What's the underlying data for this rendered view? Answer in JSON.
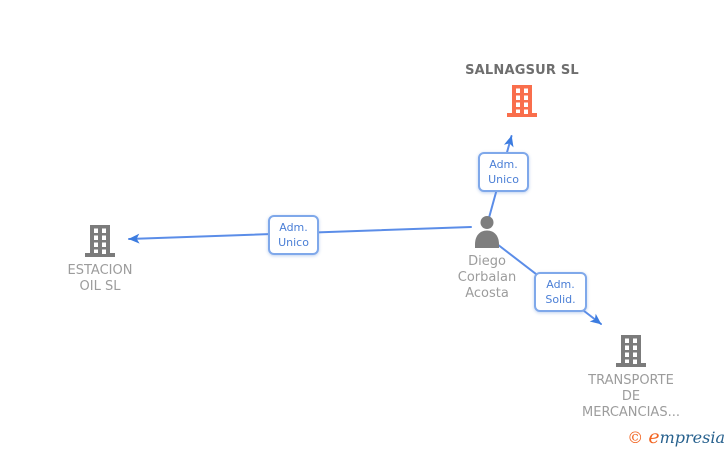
{
  "companies": [
    {
      "name": "SALNAGSUR SL",
      "label_lines": [
        "SALNAGSUR SL"
      ],
      "highlighted": true
    },
    {
      "name": "ESTACION OIL SL",
      "label_lines": [
        "ESTACION",
        "OIL SL"
      ],
      "highlighted": false
    },
    {
      "name": "TRANSPORTE DE MERCANCIAS...",
      "label_lines": [
        "TRANSPORTE",
        "DE",
        "MERCANCIAS..."
      ],
      "highlighted": false
    }
  ],
  "person": {
    "name": "Diego Corbalan Acosta",
    "label_lines": [
      "Diego",
      "Corbalan",
      "Acosta"
    ]
  },
  "relations": [
    {
      "label_lines": [
        "Adm.",
        "Unico"
      ],
      "from": "Diego Corbalan Acosta",
      "to": "SALNAGSUR SL"
    },
    {
      "label_lines": [
        "Adm.",
        "Unico"
      ],
      "from": "Diego Corbalan Acosta",
      "to": "ESTACION OIL SL"
    },
    {
      "label_lines": [
        "Adm.",
        "Solid."
      ],
      "from": "Diego Corbalan Acosta",
      "to": "TRANSPORTE DE MERCANCIAS..."
    }
  ],
  "watermark": {
    "copyright": "©",
    "brand_initial": "e",
    "brand_rest": "mpresia"
  },
  "colors": {
    "company_highlight": "#F96E4C",
    "company_default": "#7B7B7B",
    "person": "#7E7E7E",
    "edge": "#5B8DE8",
    "arrow": "#3C7CE0",
    "relation_border": "#7FA8EA",
    "relation_text": "#4B7FD6",
    "node_label": "#9C9C9C",
    "title_text": "#6E6E6E",
    "brand_orange": "#F26522",
    "brand_blue": "#27618E"
  }
}
